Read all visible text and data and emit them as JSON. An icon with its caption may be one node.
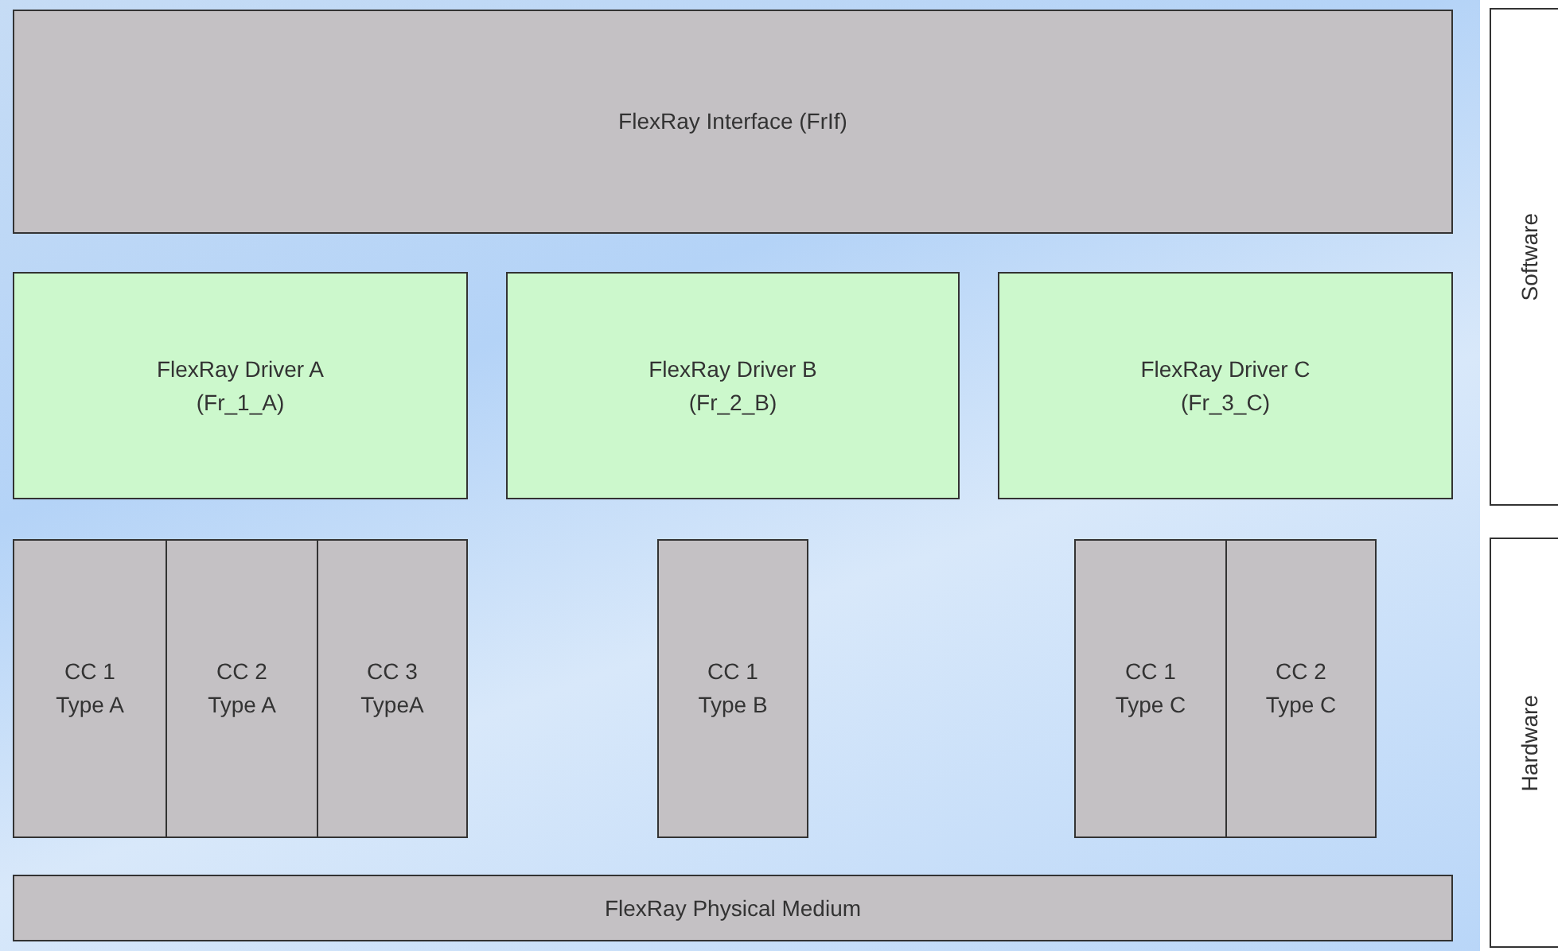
{
  "diagram": {
    "nodes": [
      {
        "text": [
          "FlexRay Interface (FrIf)"
        ]
      },
      {
        "text": [
          "FlexRay Driver A",
          "(Fr_1_A)"
        ]
      },
      {
        "text": [
          "FlexRay Driver B",
          "(Fr_2_B)"
        ]
      },
      {
        "text": [
          "FlexRay Driver C",
          "(Fr_3_C)"
        ]
      },
      {
        "text": [
          "CC 1",
          "Type A"
        ]
      },
      {
        "text": [
          "CC 2",
          "Type A"
        ]
      },
      {
        "text": [
          "CC 3",
          "TypeA"
        ]
      },
      {
        "text": [
          "CC 1",
          "Type B"
        ]
      },
      {
        "text": [
          "CC 1",
          "Type C"
        ]
      },
      {
        "text": [
          "CC 2",
          "Type C"
        ]
      },
      {
        "text": [
          "FlexRay Physical Medium"
        ]
      },
      {
        "text": [
          "Software"
        ]
      },
      {
        "text": [
          "Hardware"
        ]
      }
    ]
  }
}
